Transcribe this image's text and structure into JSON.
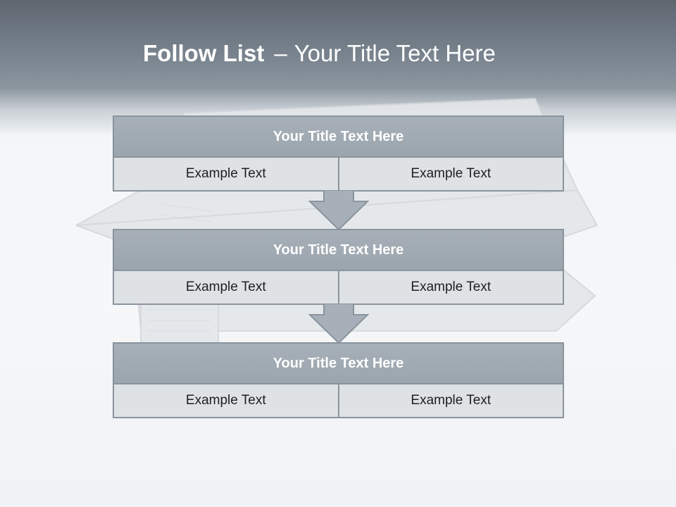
{
  "slide": {
    "title_bold": "Follow List",
    "title_separator": "–",
    "title_rest": "Your Title Text Here"
  },
  "blocks": [
    {
      "title": "Your Title Text Here",
      "left": "Example Text",
      "right": "Example Text"
    },
    {
      "title": "Your Title Text Here",
      "left": "Example Text",
      "right": "Example Text"
    },
    {
      "title": "Your Title Text Here",
      "left": "Example Text",
      "right": "Example Text"
    }
  ],
  "colors": {
    "header_dark": "#5e6670",
    "block_title_fill": "#a7b0b8",
    "cell_fill": "#dfe2e5",
    "border": "#8a949d",
    "arrow_fill": "#a7b0b8"
  }
}
